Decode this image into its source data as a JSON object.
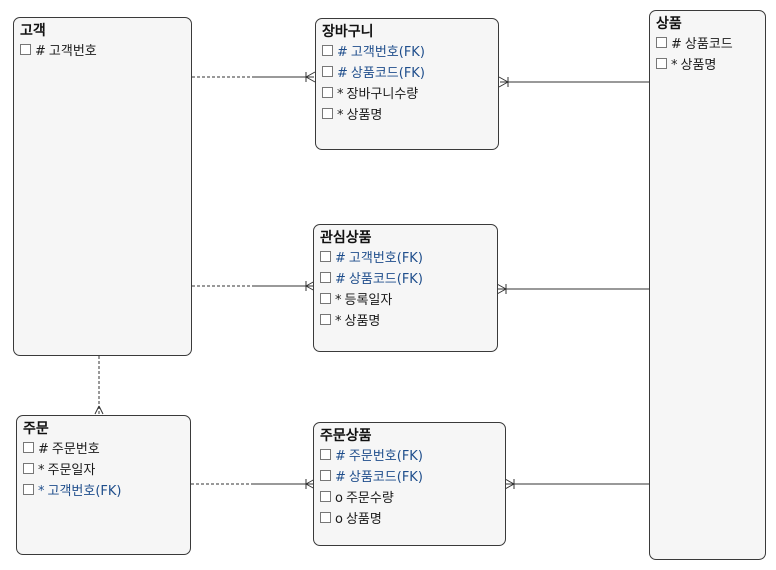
{
  "entities": {
    "customer": {
      "title": "고객",
      "attrs": [
        {
          "mark": "#",
          "name": "고객번호",
          "fk": false
        }
      ]
    },
    "cart": {
      "title": "장바구니",
      "attrs": [
        {
          "mark": "#",
          "name": "고객번호(FK)",
          "fk": true
        },
        {
          "mark": "#",
          "name": "상품코드(FK)",
          "fk": true
        },
        {
          "mark": "*",
          "name": "장바구니수량",
          "fk": false
        },
        {
          "mark": "*",
          "name": "상품명",
          "fk": false
        }
      ]
    },
    "product": {
      "title": "상품",
      "attrs": [
        {
          "mark": "#",
          "name": "상품코드",
          "fk": false
        },
        {
          "mark": "*",
          "name": "상품명",
          "fk": false
        }
      ]
    },
    "wishlist": {
      "title": "관심상품",
      "attrs": [
        {
          "mark": "#",
          "name": "고객번호(FK)",
          "fk": true
        },
        {
          "mark": "#",
          "name": "상품코드(FK)",
          "fk": true
        },
        {
          "mark": "*",
          "name": "등록일자",
          "fk": false
        },
        {
          "mark": "*",
          "name": "상품명",
          "fk": false
        }
      ]
    },
    "order": {
      "title": "주문",
      "attrs": [
        {
          "mark": "#",
          "name": "주문번호",
          "fk": false
        },
        {
          "mark": "*",
          "name": "주문일자",
          "fk": false
        },
        {
          "mark": "*",
          "name": "고객번호(FK)",
          "fk": true
        }
      ]
    },
    "order_item": {
      "title": "주문상품",
      "attrs": [
        {
          "mark": "#",
          "name": "주문번호(FK)",
          "fk": true
        },
        {
          "mark": "#",
          "name": "상품코드(FK)",
          "fk": true
        },
        {
          "mark": "o",
          "name": "주문수량",
          "fk": false
        },
        {
          "mark": "o",
          "name": "상품명",
          "fk": false
        }
      ]
    }
  },
  "colors": {
    "fk_text": "#1f4e8c",
    "line": "#333333",
    "box_fill": "#f6f6f6"
  }
}
